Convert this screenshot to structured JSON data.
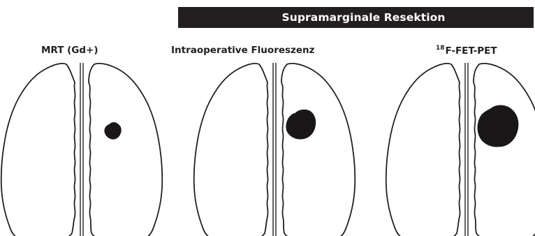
{
  "banner": {
    "title": "Supramarginale Resektion"
  },
  "columns": [
    {
      "label": "MRT (Gd+)"
    },
    {
      "label": "Intraoperative Fluoreszenz"
    },
    {
      "label_sup": "18",
      "label": "F-FET-PET"
    }
  ],
  "diagram": {
    "colors": {
      "line": "#231f20",
      "lesion": "#1a1718",
      "banner": "#231f20"
    },
    "panels": [
      {
        "name": "mrt-panel",
        "lesion_extent": "small"
      },
      {
        "name": "fluorescence-panel",
        "lesion_extent": "medium"
      },
      {
        "name": "fet-pet-panel",
        "lesion_extent": "large"
      }
    ]
  }
}
